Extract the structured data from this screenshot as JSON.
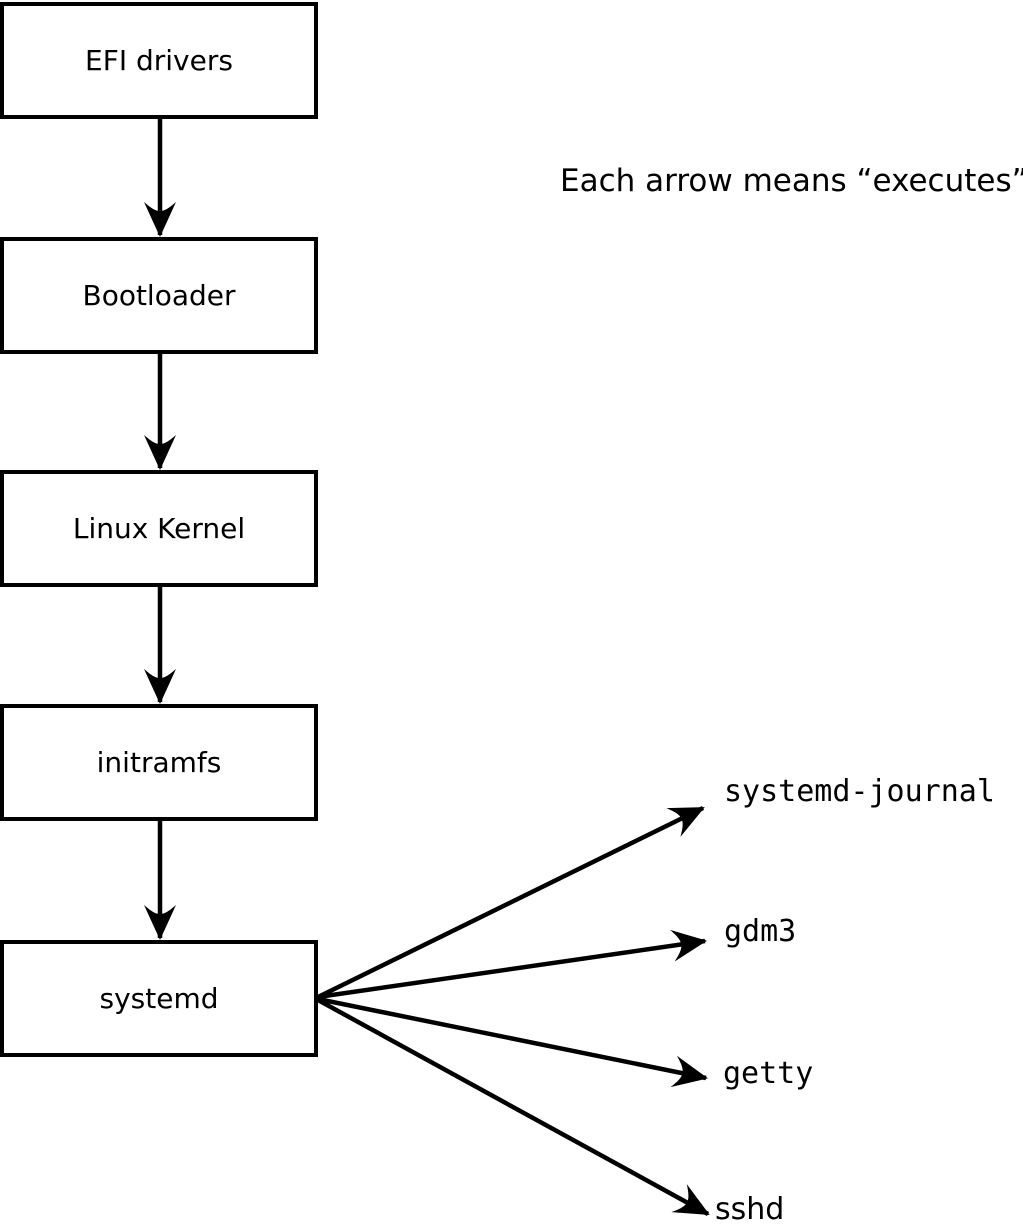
{
  "diagram": {
    "note": "Each arrow means “executes”.",
    "arrow_meaning": "executes",
    "chain": [
      {
        "id": "efi-drivers",
        "label": "EFI drivers"
      },
      {
        "id": "bootloader",
        "label": "Bootloader"
      },
      {
        "id": "linux-kernel",
        "label": "Linux Kernel"
      },
      {
        "id": "initramfs",
        "label": "initramfs"
      },
      {
        "id": "systemd",
        "label": "systemd"
      }
    ],
    "spawned": [
      {
        "id": "systemd-journal",
        "label": "systemd-journal"
      },
      {
        "id": "gdm3",
        "label": "gdm3"
      },
      {
        "id": "getty",
        "label": "getty"
      },
      {
        "id": "sshd",
        "label": "sshd"
      }
    ],
    "colors": {
      "line": "#000000",
      "box_border": "#000000",
      "box_fill": "#ffffff",
      "background": "#ffffff",
      "text": "#000000"
    }
  }
}
